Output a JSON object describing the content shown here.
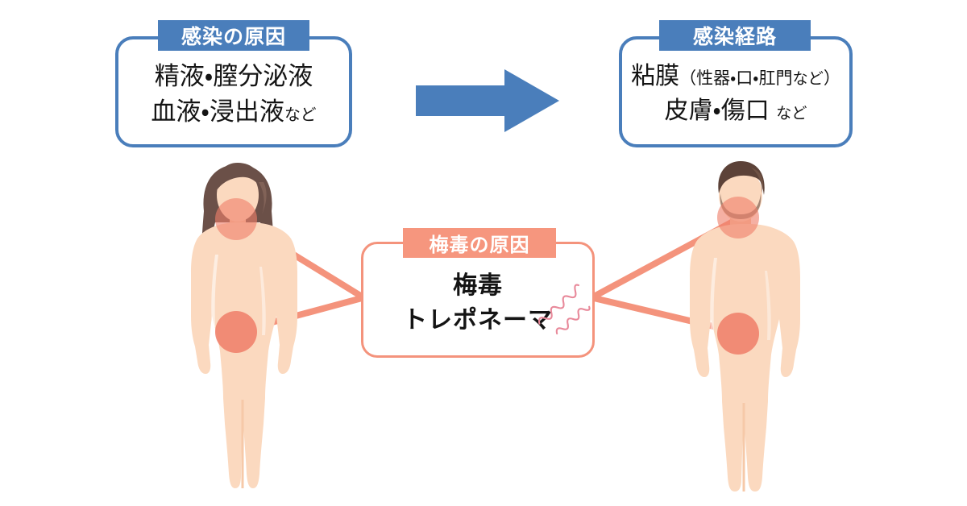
{
  "diagram": {
    "title": "梅毒の感染の原因と感染経路",
    "colors": {
      "blue": "#4A7EBB",
      "salmon": "#F4937C",
      "salmon_header": "#F6967E",
      "skin": "#FBD9BF",
      "skin_shade": "#F6C9A8",
      "hair_female": "#6B5048",
      "hair_male": "#5C4238",
      "hotspot": "#EF7F6B",
      "text": "#141414",
      "background": "#FFFFFF"
    }
  },
  "left_panel": {
    "header": "感染の原因",
    "line1": "精液・膣分泌液",
    "line2_main": "血液・浸出液",
    "line2_suffix": "など"
  },
  "right_panel": {
    "header": "感染経路",
    "line1_main": "粘膜",
    "line1_paren_open": "（",
    "line1_paren_body": "性器・口・肛門",
    "line1_paren_suffix": "など",
    "line1_paren_close": "）",
    "line2_main": "皮膚・傷口",
    "line2_suffix": "など"
  },
  "center_panel": {
    "header": "梅毒の原因",
    "line1": "梅毒",
    "line2": "トレポネーマ"
  },
  "arrow": {
    "direction": "right",
    "meaning": "感染の原因から感染経路へ"
  },
  "figures": [
    {
      "id": "female",
      "label": "女性の人体図",
      "hotspots": [
        "口・のど",
        "性器"
      ]
    },
    {
      "id": "male",
      "label": "男性の人体図",
      "hotspots": [
        "口・のど",
        "性器"
      ]
    }
  ],
  "bacteria": {
    "label": "梅毒トレポネーマ（らせん菌）",
    "count": 2
  }
}
